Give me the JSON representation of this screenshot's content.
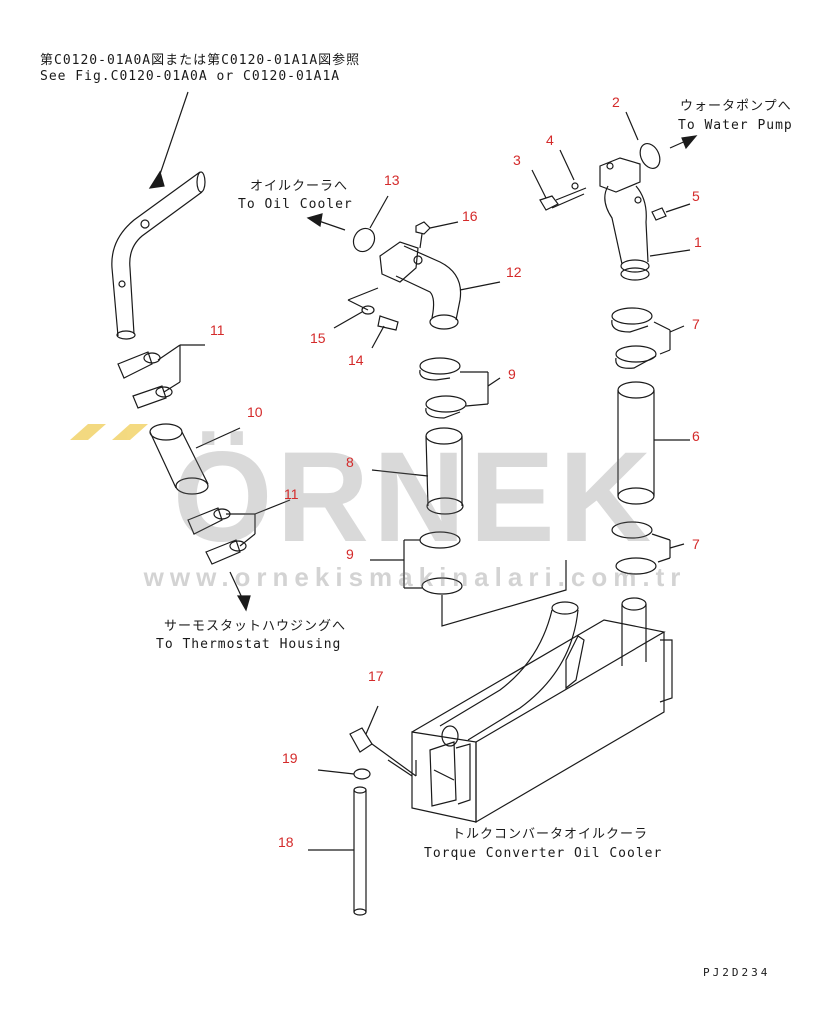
{
  "notes": {
    "ref_jp": "第C0120-01A0A図または第C0120-01A1A図参照",
    "ref_en": "See Fig.C0120-01A0A or C0120-01A1A",
    "pump_jp": "ウォータポンプへ",
    "pump_en": "To Water Pump",
    "oil_jp": "オイルクーラへ",
    "oil_en": "To Oil Cooler",
    "thermo_jp": "サーモスタットハウジングへ",
    "thermo_en": "To Thermostat Housing",
    "tc_jp": "トルクコンバータオイルクーラ",
    "tc_en": "Torque Converter Oil Cooler"
  },
  "part_numbers": {
    "p1": "1",
    "p2": "2",
    "p3": "3",
    "p4": "4",
    "p5": "5",
    "p6": "6",
    "p7a": "7",
    "p7b": "7",
    "p8": "8",
    "p9a": "9",
    "p9b": "9",
    "p10": "10",
    "p11a": "11",
    "p11b": "11",
    "p12": "12",
    "p13": "13",
    "p14": "14",
    "p15": "15",
    "p16": "16",
    "p17": "17",
    "p18": "18",
    "p19": "19"
  },
  "watermark": {
    "brand": "ÖRNEK",
    "url": "www.ornekismakinalari.com.tr"
  },
  "drawing_code": "PJ2D234",
  "colors": {
    "line": "#1a1a1a",
    "part_number": "#d42a2a",
    "watermark_gray": "#bdbdbd",
    "watermark_yellow": "#f2d36b"
  }
}
